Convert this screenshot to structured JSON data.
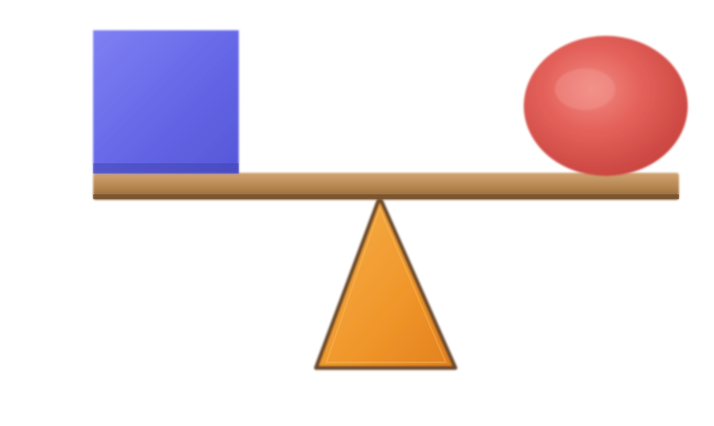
{
  "scene": {
    "objects": [
      {
        "name": "cube",
        "color": "#6a6ae8"
      },
      {
        "name": "sphere",
        "color": "#e8605a"
      }
    ],
    "beam": {
      "color": "#b98a52",
      "tilt": "level"
    },
    "fulcrum": {
      "color": "#f29a2e"
    }
  }
}
